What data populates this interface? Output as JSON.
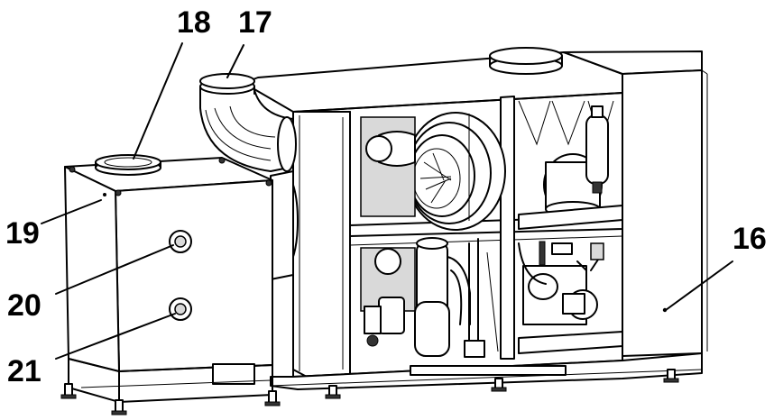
{
  "callouts": [
    {
      "id": "16",
      "label": "16"
    },
    {
      "id": "17",
      "label": "17"
    },
    {
      "id": "18",
      "label": "18"
    },
    {
      "id": "19",
      "label": "19"
    },
    {
      "id": "20",
      "label": "20"
    },
    {
      "id": "21",
      "label": "21"
    }
  ],
  "colors": {
    "line": "#000000",
    "background": "#ffffff",
    "shade": "#d9d9d9"
  }
}
